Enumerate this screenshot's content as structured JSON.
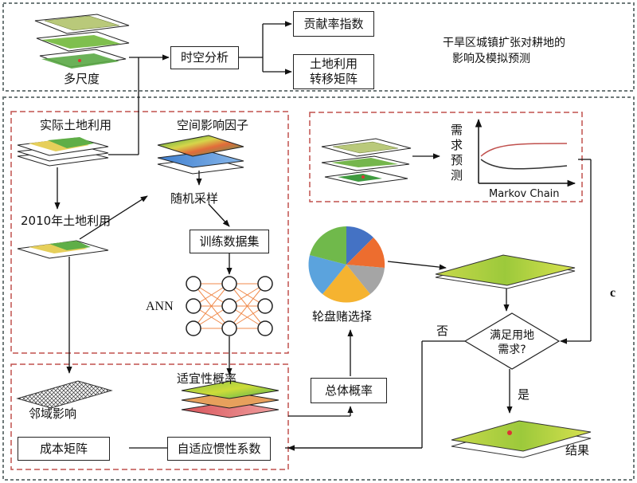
{
  "top": {
    "multiscale_label": "多尺度",
    "spatiotemporal_box": "时空分析",
    "contribution_box": "贡献率指数",
    "transfer_box_line1": "土地利用",
    "transfer_box_line2": "转移矩阵",
    "title_line1": "干旱区城镇扩张对耕地的",
    "title_line2": "影响及模拟预测"
  },
  "left": {
    "actual_landuse": "实际土地利用",
    "spatial_factors": "空间影响因子",
    "random_sampling": "随机采样",
    "landuse_2010": "2010年土地利用",
    "training_set": "训练数据集",
    "ann": "ANN"
  },
  "bottom": {
    "suitability": "适宜性概率",
    "neighborhood": "邻域影响",
    "cost_matrix": "成本矩阵",
    "adaptive_inertia": "自适应惯性系数",
    "total_probability": "总体概率"
  },
  "right": {
    "demand_line1": "需",
    "demand_line2": "求",
    "demand_line3": "预",
    "demand_line4": "测",
    "markov": "Markov Chain",
    "roulette": "轮盘赌选择",
    "satisfy_line1": "满足用地",
    "satisfy_line2": "需求?",
    "no_label": "否",
    "yes_label": "是",
    "result": "结果",
    "side_letter": "c"
  },
  "colors": {
    "dashed_gray": "#6f7a7a",
    "dashed_red": "#c0504d",
    "ann_lines": "#f08a4b",
    "pie": [
      "#4472c4",
      "#ed6d2f",
      "#a5a5a5",
      "#f5b330",
      "#5ba3dd",
      "#70b94b"
    ]
  }
}
